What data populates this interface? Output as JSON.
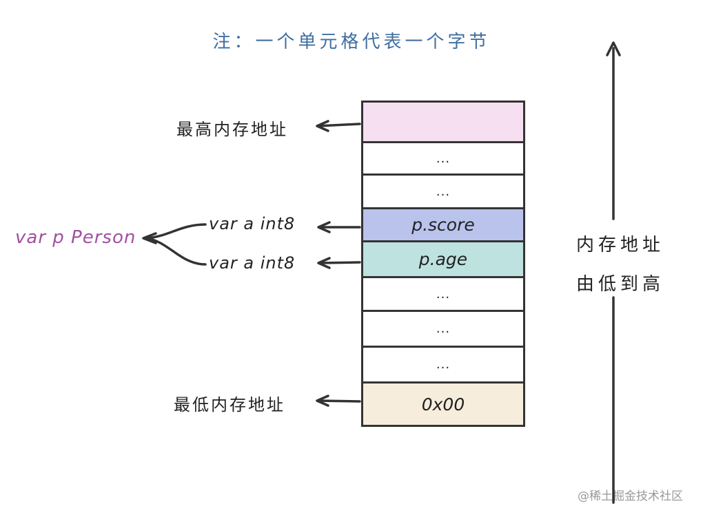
{
  "note": "注：一个单元格代表一个字节",
  "cells": [
    {
      "text": "",
      "color": "#f6dff0"
    },
    {
      "text": "...",
      "color": "#ffffff"
    },
    {
      "text": "...",
      "color": "#ffffff"
    },
    {
      "text": "p.score",
      "color": "#b9c3ec"
    },
    {
      "text": "p.age",
      "color": "#bde2e0"
    },
    {
      "text": "...",
      "color": "#ffffff"
    },
    {
      "text": "...",
      "color": "#ffffff"
    },
    {
      "text": "...",
      "color": "#ffffff"
    },
    {
      "text": "0x00",
      "color": "#f7eddc"
    }
  ],
  "labels": {
    "highest": "最高内存地址",
    "lowest": "最低内存地址",
    "var_a1": "var a int8",
    "var_a2": "var a int8",
    "person": "var p Person"
  },
  "side_label": {
    "line1": "内存地址",
    "line2": "由低到高"
  },
  "watermark": "@稀土掘金技术社区",
  "colors": {
    "stroke": "#333333",
    "note": "#3f6ea0",
    "person": "#a050a0"
  }
}
